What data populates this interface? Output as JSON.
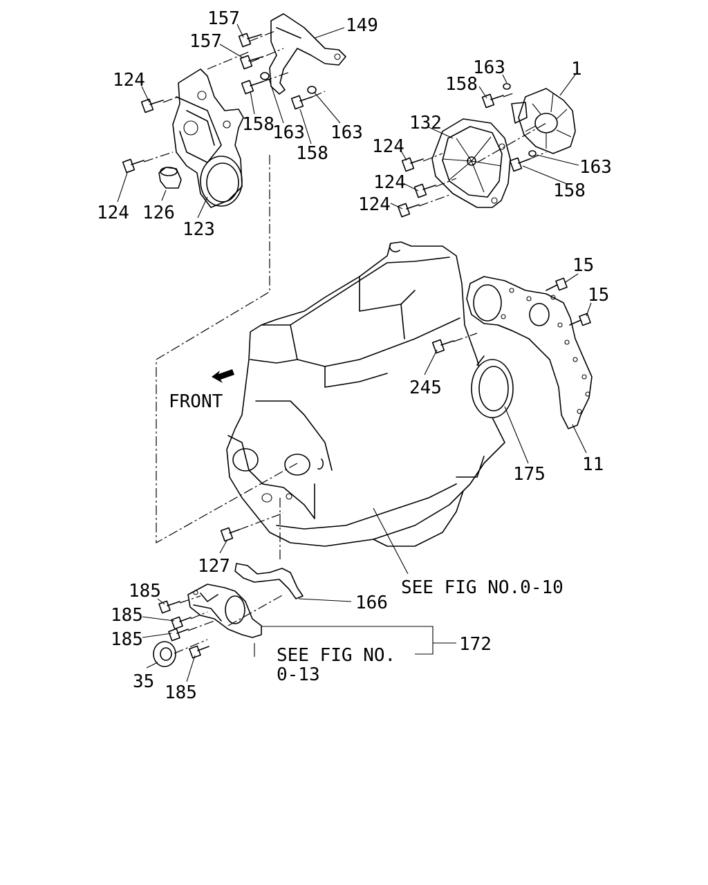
{
  "labels": {
    "l157a": "157",
    "l157b": "157",
    "l149": "149",
    "l124a": "124",
    "l124b": "124",
    "l126": "126",
    "l123": "123",
    "l158a": "158",
    "l163a": "163",
    "l158b": "158",
    "l163b": "163",
    "l163c": "163",
    "l1": "1",
    "l158c": "158",
    "l132": "132",
    "l124c": "124",
    "l124d": "124",
    "l124e": "124",
    "l163d": "163",
    "l158d": "158",
    "l15a": "15",
    "l15b": "15",
    "l245": "245",
    "l175": "175",
    "l11": "11",
    "l127": "127",
    "l166": "166",
    "l185a": "185",
    "l185b": "185",
    "l185c": "185",
    "l185d": "185",
    "l35": "35",
    "l172": "172"
  },
  "notes": {
    "front": "FRONT",
    "see_fig_010": "SEE FIG NO.0-10",
    "see_fig_013_line1": "SEE FIG NO.",
    "see_fig_013_line2": "0-13"
  }
}
